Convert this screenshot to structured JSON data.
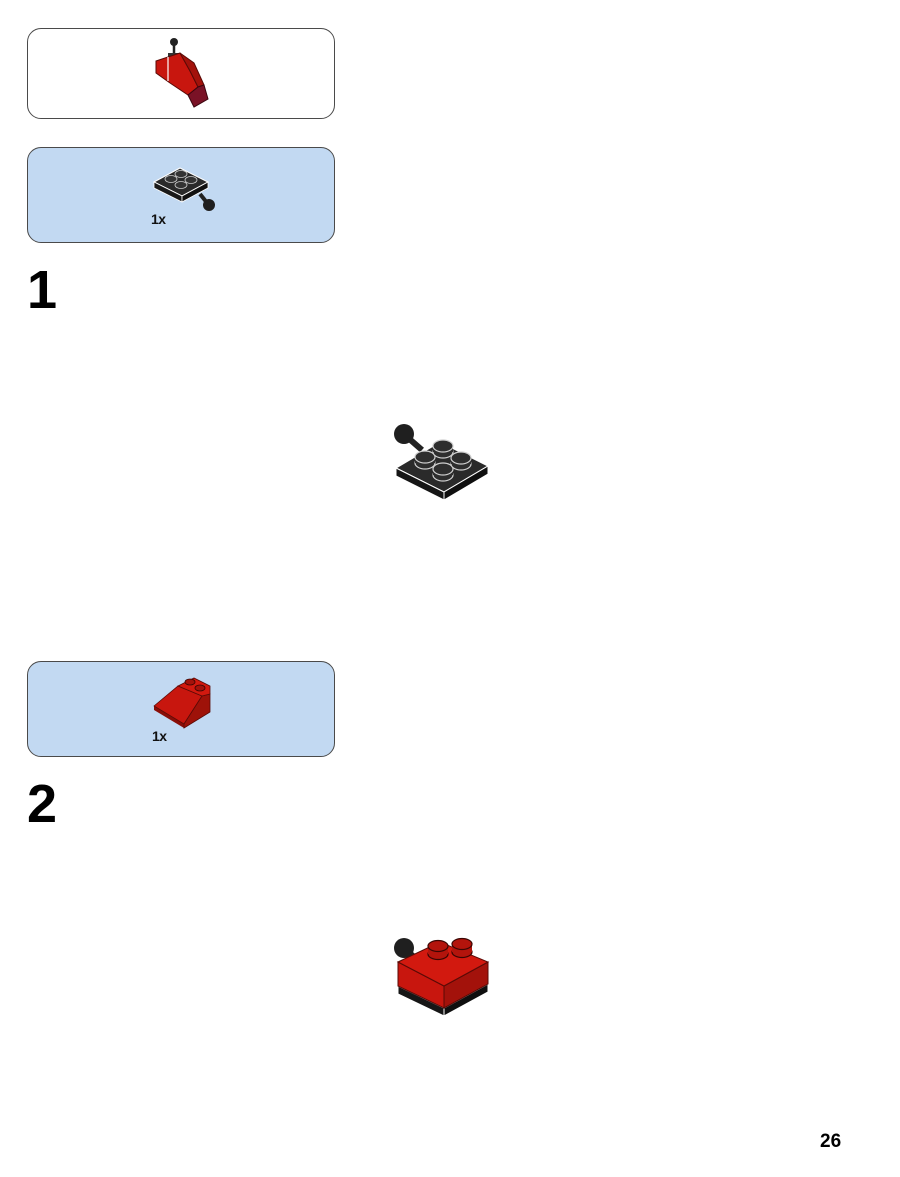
{
  "submodel": {
    "icon": "red-slope-assembly-icon"
  },
  "steps": [
    {
      "number": "1",
      "part": {
        "quantity": "1x",
        "icon": "black-plate-2x2-with-towball-icon",
        "color": "#1f1f1f"
      },
      "result_icon": "black-plate-assembly-icon"
    },
    {
      "number": "2",
      "part": {
        "quantity": "1x",
        "icon": "red-slope-2x2-icon",
        "color": "#c8160e"
      },
      "result_icon": "red-slope-on-black-plate-icon"
    }
  ],
  "page_number": "26",
  "colors": {
    "parts_box_bg": "#c2d9f2",
    "brick_red": "#c8160e",
    "brick_black": "#1f1f1f"
  }
}
